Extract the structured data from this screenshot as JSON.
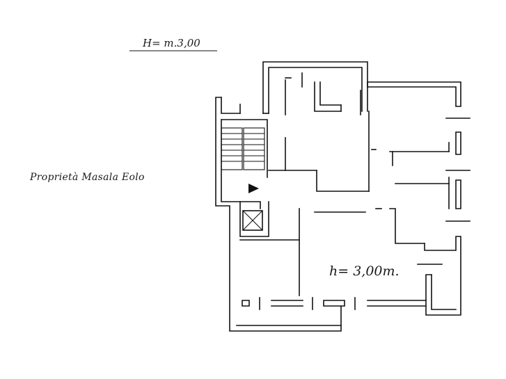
{
  "labels": {
    "height_top": "H= m.3,00",
    "owner": "Proprietà Masala Eolo",
    "height_room": "h= 3,00m."
  },
  "icons": {
    "stair": "stair-icon",
    "elevator": "elevator-icon",
    "entrance_arrow": "entrance-arrow-icon"
  }
}
